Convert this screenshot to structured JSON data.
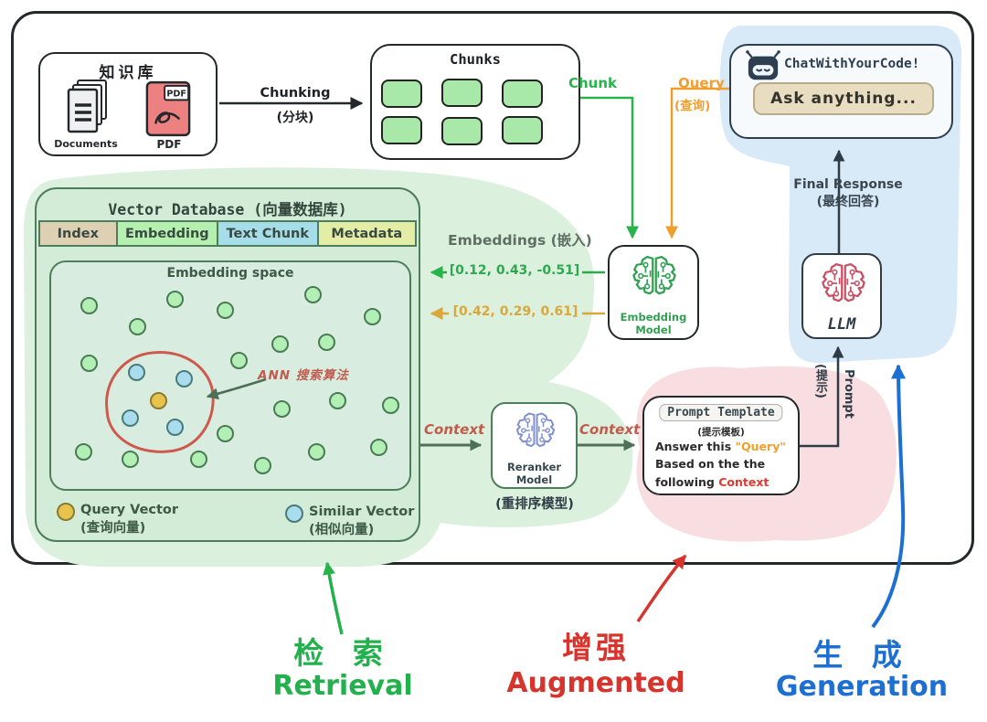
{
  "colors": {
    "green": "#28b44b",
    "dark_green": "#4e7d5c",
    "orange": "#f09f2e",
    "gold": "#d9a73c",
    "salmon": "#c15b4e",
    "red": "#d6342c",
    "blue": "#1d6fd1",
    "slate": "#2f3b45"
  },
  "knowledge_base": {
    "title": "知识库",
    "documents_label": "Documents",
    "pdf_label": "PDF",
    "pdf_badge": "PDF"
  },
  "chunks_box": {
    "title": "Chunks"
  },
  "chat": {
    "title": "ChatWithYourCode!",
    "input": "Ask anything..."
  },
  "flow": {
    "chunking": "Chunking",
    "chunking_zh": "(分块)",
    "chunk": "Chunk",
    "query": "Query",
    "query_zh": "(查询)",
    "embeddings_title": "Embeddings (嵌入)",
    "chunk_embedding": "[0.12, 0.43, -0.51]",
    "query_embedding": "[0.42, 0.29, 0.61]",
    "context_left": "Context",
    "context_right": "Context",
    "prompt": "Prompt",
    "prompt_zh": "(提示)",
    "final_response": "Final Response",
    "final_response_zh": "(最终回答)"
  },
  "embedding_model": {
    "name_line1": "Embedding",
    "name_line2": "Model"
  },
  "reranker": {
    "name_line1": "Reranker",
    "name_line2": "Model",
    "caption": "(重排序模型)"
  },
  "llm": {
    "name": "LLM"
  },
  "prompt_template": {
    "title": "Prompt Template",
    "subtitle": "(提示模板)",
    "l1a": "Answer this ",
    "l1b": "\"Query\"",
    "l2": "Based on the the",
    "l3a": "following ",
    "l3b": "Context"
  },
  "vector_database": {
    "title": "Vector Database (向量数据库)",
    "columns": [
      "Index",
      "Embedding",
      "Text Chunk",
      "Metadata"
    ],
    "embedding_space": {
      "title": "Embedding space",
      "ann_label": "ANN 搜索算法",
      "green_dots": [
        [
          41,
          47
        ],
        [
          135,
          40
        ],
        [
          190,
          52
        ],
        [
          286,
          35
        ],
        [
          351,
          59
        ],
        [
          94,
          70
        ],
        [
          250,
          89
        ],
        [
          301,
          87
        ],
        [
          41,
          110
        ],
        [
          205,
          107
        ],
        [
          313,
          151
        ],
        [
          371,
          156
        ],
        [
          252,
          160
        ],
        [
          190,
          187
        ],
        [
          35,
          207
        ],
        [
          86,
          215
        ],
        [
          161,
          215
        ],
        [
          231,
          222
        ],
        [
          290,
          207
        ],
        [
          358,
          202
        ]
      ],
      "similar_dots": [
        [
          93,
          120
        ],
        [
          145,
          127
        ],
        [
          86,
          170
        ],
        [
          135,
          180
        ]
      ],
      "query_dot": [
        117,
        151
      ]
    },
    "legend": {
      "query_label": "Query Vector",
      "query_zh": "(查询向量)",
      "similar_label": "Similar Vector",
      "similar_zh": "(相似向量)"
    }
  },
  "stages": {
    "retrieval_zh": "检 索",
    "retrieval_en": "Retrieval",
    "augmented_zh": "增强",
    "augmented_en": "Augmented",
    "generation_zh": "生 成",
    "generation_en": "Generation"
  }
}
